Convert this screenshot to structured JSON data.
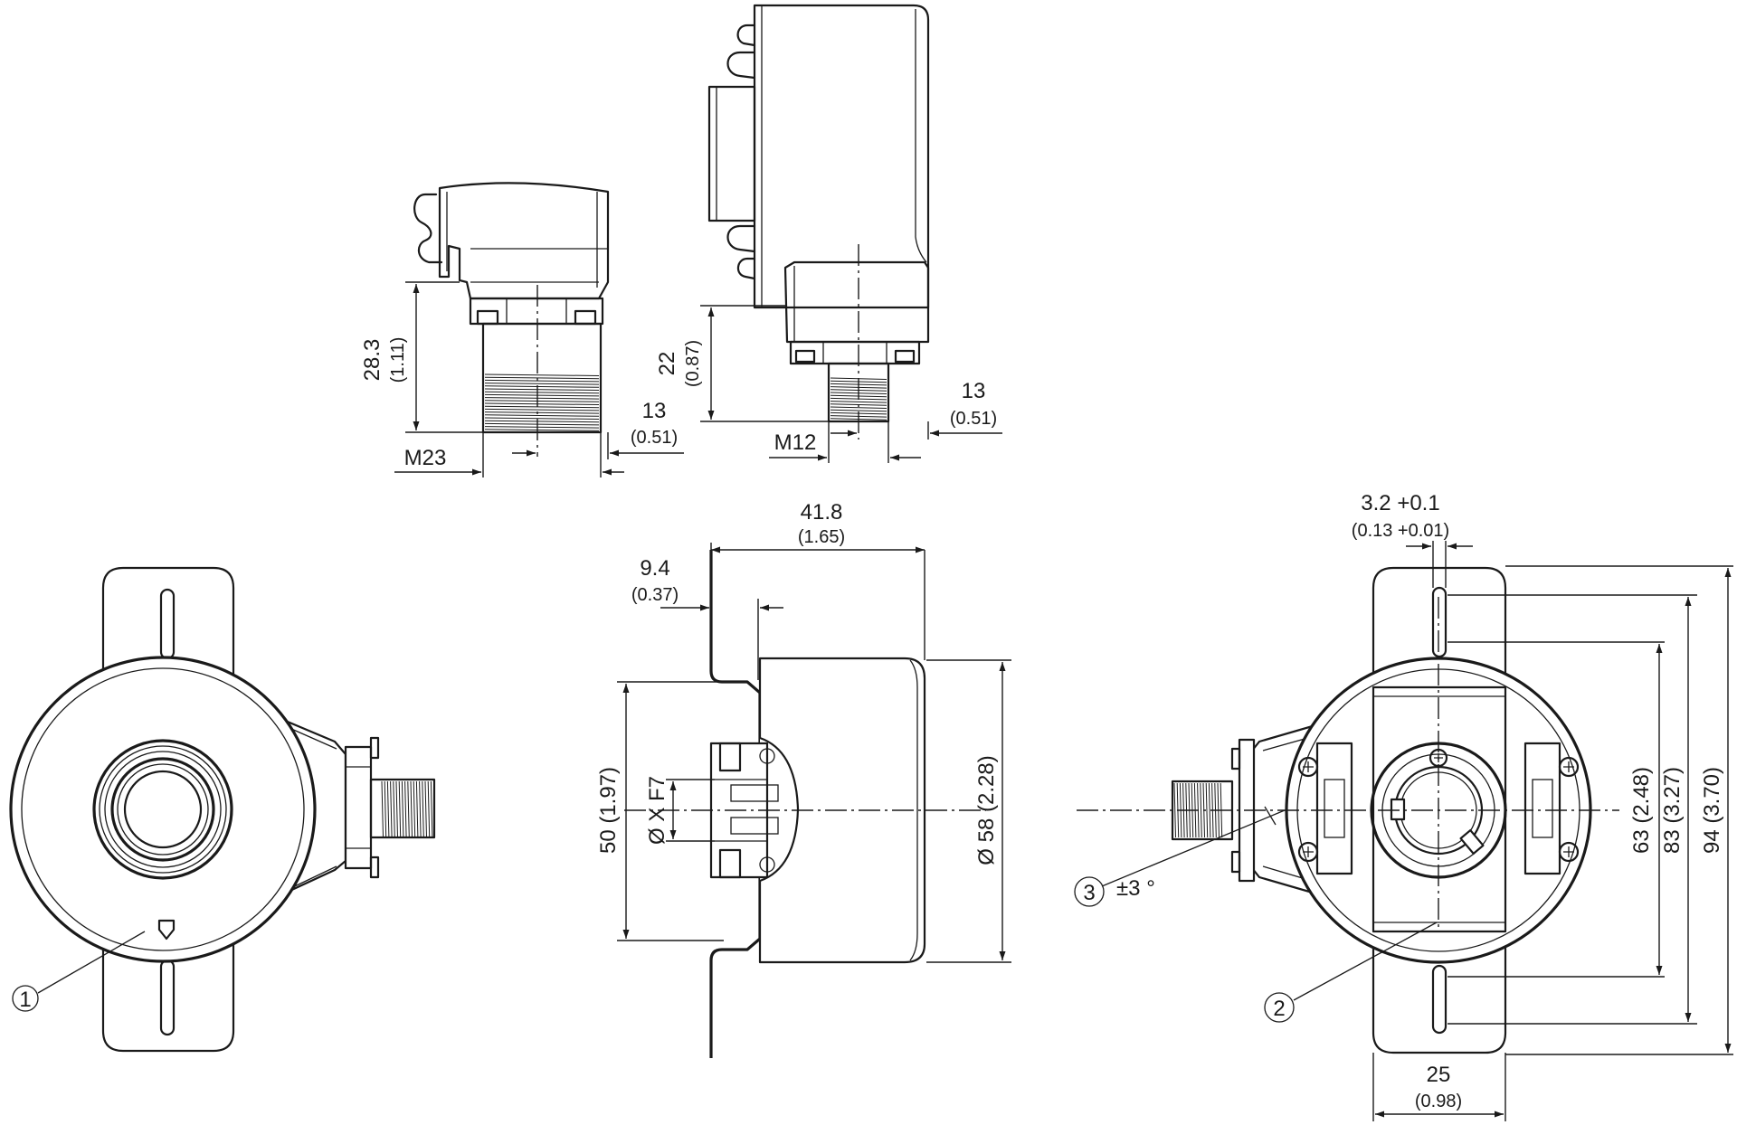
{
  "views": {
    "connector_m23": {
      "height_value": "28.3",
      "height_inch": "(1.11)",
      "thread_label": "M23",
      "offset_value": "13",
      "offset_inch": "(0.51)"
    },
    "connector_m12": {
      "height_value": "22",
      "height_inch": "(0.87)",
      "thread_label": "M12",
      "offset_value": "13",
      "offset_inch": "(0.51)"
    },
    "side": {
      "length_value": "41.8",
      "length_inch": "(1.65)",
      "flange_value": "9.4",
      "flange_inch": "(0.37)",
      "height_label": "50 (1.97)",
      "shaft_label": "Ø X F7",
      "diameter_label": "Ø 58 (2.28)"
    },
    "rear": {
      "slot_value": "3.2 +0.1",
      "slot_inch": "(0.13 +0.01)",
      "dim_63": "63 (2.48)",
      "dim_83": "83 (3.27)",
      "dim_94": "94 (3.70)",
      "width_value": "25",
      "width_inch": "(0.98)",
      "angle_label": "±3 °"
    },
    "callouts": [
      "1",
      "2",
      "3"
    ]
  },
  "colors": {
    "line": "#1a1a1a",
    "background": "#ffffff"
  }
}
